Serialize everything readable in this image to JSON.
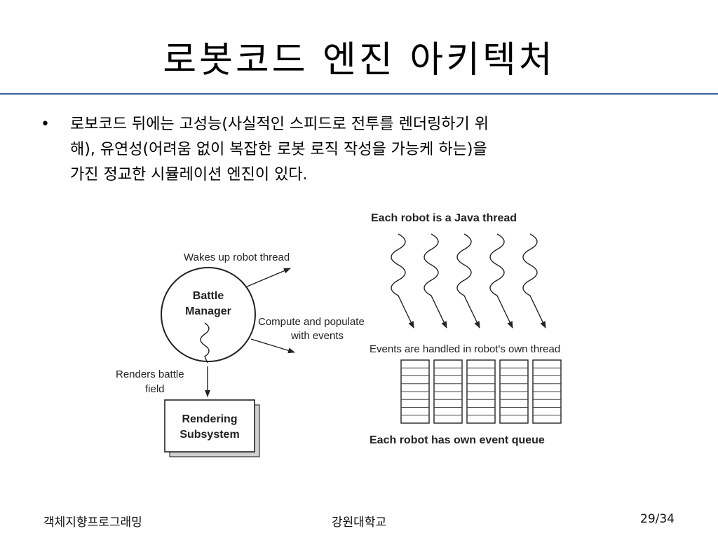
{
  "slide": {
    "title": "로봇코드 엔진 아키텍처",
    "bullet_lines": [
      "로보코드 뒤에는 고성능(사실적인 스피드로 전투를 렌더링하기 위",
      "해), 유연성(어려움 없이 복잡한 로봇 로직 작성을 가능케 하는)을",
      "가진 정교한 시뮬레이션 엔진이 있다."
    ]
  },
  "diagram": {
    "battle_manager_line1": "Battle",
    "battle_manager_line2": "Manager",
    "wakes_label": "Wakes up robot thread",
    "compute_line1": "Compute and populate",
    "compute_line2": "with events",
    "renders_line1": "Renders battle",
    "renders_line2": "field",
    "rendering_line1": "Rendering",
    "rendering_line2": "Subsystem",
    "threads_label": "Each robot is a Java thread",
    "events_label": "Events are handled in robot's own thread",
    "queue_label": "Each robot has own event queue"
  },
  "footer": {
    "course": "객체지향프로그래밍",
    "school": "강원대학교",
    "page": "29/34"
  }
}
